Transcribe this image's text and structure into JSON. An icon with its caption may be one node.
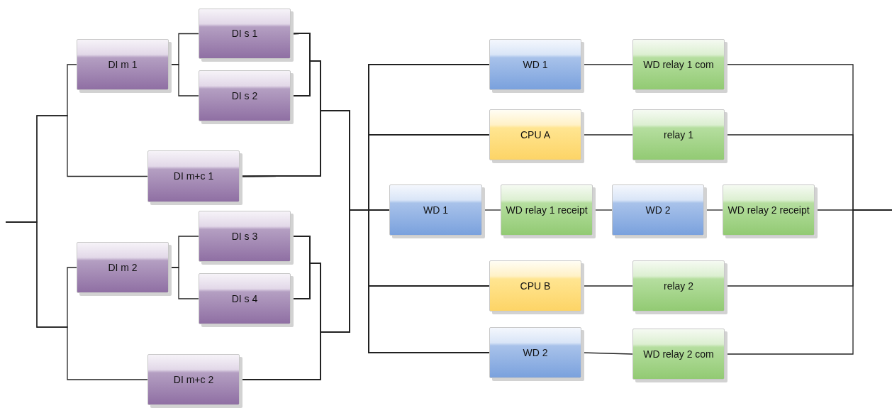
{
  "diagram": {
    "nodes": [
      {
        "text": [
          "DI m 1"
        ]
      },
      {
        "text": [
          "DI s 1"
        ]
      },
      {
        "text": [
          "DI s 2"
        ]
      },
      {
        "text": [
          "DI m+c 1"
        ]
      },
      {
        "text": [
          "DI m 2"
        ]
      },
      {
        "text": [
          "DI s 3"
        ]
      },
      {
        "text": [
          "DI s 4"
        ]
      },
      {
        "text": [
          "DI m+c 2"
        ]
      },
      {
        "text": [
          "WD 1"
        ]
      },
      {
        "text": [
          "WD relay 1 com"
        ]
      },
      {
        "text": [
          "CPU A"
        ]
      },
      {
        "text": [
          "relay 1"
        ]
      },
      {
        "text": [
          "WD 1"
        ]
      },
      {
        "text": [
          "WD relay 1 receipt"
        ]
      },
      {
        "text": [
          "WD 2"
        ]
      },
      {
        "text": [
          "WD relay 2 receipt"
        ]
      },
      {
        "text": [
          "CPU B"
        ]
      },
      {
        "text": [
          "relay 2"
        ]
      },
      {
        "text": [
          "WD 2"
        ]
      },
      {
        "text": [
          "WD relay 2 com"
        ]
      }
    ],
    "edges": [
      {
        "from": null,
        "to": 0,
        "arrow": "none"
      },
      {
        "from": null,
        "to": 3,
        "arrow": "none"
      },
      {
        "from": null,
        "to": 4,
        "arrow": "none"
      },
      {
        "from": null,
        "to": 7,
        "arrow": "none"
      },
      {
        "from": 0,
        "to": 1,
        "arrow": "none"
      },
      {
        "from": 0,
        "to": 2,
        "arrow": "none"
      },
      {
        "from": 4,
        "to": 5,
        "arrow": "none"
      },
      {
        "from": 4,
        "to": 6,
        "arrow": "none"
      },
      {
        "from": 1,
        "to": 8,
        "arrow": "none"
      },
      {
        "from": 1,
        "to": 10,
        "arrow": "none"
      },
      {
        "from": 1,
        "to": 12,
        "arrow": "none"
      },
      {
        "from": 1,
        "to": 16,
        "arrow": "none"
      },
      {
        "from": 1,
        "to": 18,
        "arrow": "none"
      },
      {
        "from": 2,
        "to": 8,
        "arrow": "none"
      },
      {
        "from": 2,
        "to": 10,
        "arrow": "none"
      },
      {
        "from": 2,
        "to": 12,
        "arrow": "none"
      },
      {
        "from": 2,
        "to": 16,
        "arrow": "none"
      },
      {
        "from": 2,
        "to": 18,
        "arrow": "none"
      },
      {
        "from": 3,
        "to": 8,
        "arrow": "none"
      },
      {
        "from": 3,
        "to": 10,
        "arrow": "none"
      },
      {
        "from": 3,
        "to": 12,
        "arrow": "none"
      },
      {
        "from": 3,
        "to": 16,
        "arrow": "none"
      },
      {
        "from": 3,
        "to": 18,
        "arrow": "none"
      },
      {
        "from": 5,
        "to": 8,
        "arrow": "none"
      },
      {
        "from": 5,
        "to": 10,
        "arrow": "none"
      },
      {
        "from": 5,
        "to": 12,
        "arrow": "none"
      },
      {
        "from": 5,
        "to": 16,
        "arrow": "none"
      },
      {
        "from": 5,
        "to": 18,
        "arrow": "none"
      },
      {
        "from": 6,
        "to": 8,
        "arrow": "none"
      },
      {
        "from": 6,
        "to": 10,
        "arrow": "none"
      },
      {
        "from": 6,
        "to": 12,
        "arrow": "none"
      },
      {
        "from": 6,
        "to": 16,
        "arrow": "none"
      },
      {
        "from": 6,
        "to": 18,
        "arrow": "none"
      },
      {
        "from": 7,
        "to": 8,
        "arrow": "none"
      },
      {
        "from": 7,
        "to": 10,
        "arrow": "none"
      },
      {
        "from": 7,
        "to": 12,
        "arrow": "none"
      },
      {
        "from": 7,
        "to": 16,
        "arrow": "none"
      },
      {
        "from": 7,
        "to": 18,
        "arrow": "none"
      },
      {
        "from": 8,
        "to": 9,
        "arrow": "none"
      },
      {
        "from": 10,
        "to": 11,
        "arrow": "none"
      },
      {
        "from": 12,
        "to": 13,
        "arrow": "none"
      },
      {
        "from": 13,
        "to": 14,
        "arrow": "none"
      },
      {
        "from": 14,
        "to": 15,
        "arrow": "none"
      },
      {
        "from": 16,
        "to": 17,
        "arrow": "none"
      },
      {
        "from": 18,
        "to": 19,
        "arrow": "none"
      },
      {
        "from": 9,
        "to": null,
        "arrow": "none"
      },
      {
        "from": 11,
        "to": null,
        "arrow": "none"
      },
      {
        "from": 15,
        "to": null,
        "arrow": "none"
      },
      {
        "from": 17,
        "to": null,
        "arrow": "none"
      },
      {
        "from": 19,
        "to": null,
        "arrow": "none"
      }
    ]
  }
}
